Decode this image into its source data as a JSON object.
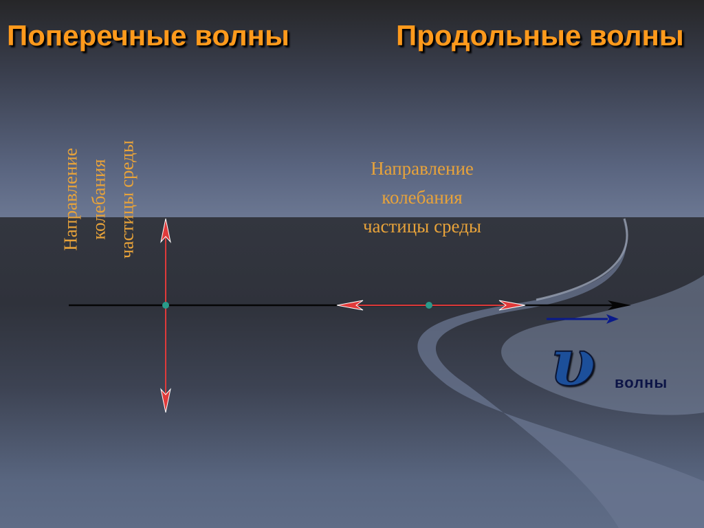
{
  "titles": {
    "transverse": "Поперечные  волны",
    "longitudinal": "Продольные волны"
  },
  "transverse_label": {
    "lines": [
      "Направление",
      "колебания",
      "частицы среды"
    ]
  },
  "longitudinal_label": {
    "lines": [
      "Направление",
      "колебания",
      "частицы среды"
    ]
  },
  "velocity": {
    "symbol": "υ",
    "word": "волны"
  },
  "colors": {
    "title": "#ff9a1c",
    "label": "#e8a33a",
    "oscillation_arrow": "#e03a3a",
    "particle": "#2a9a8a",
    "propagation_axis": "#050505",
    "velocity_arrow": "#0a1a8a"
  }
}
